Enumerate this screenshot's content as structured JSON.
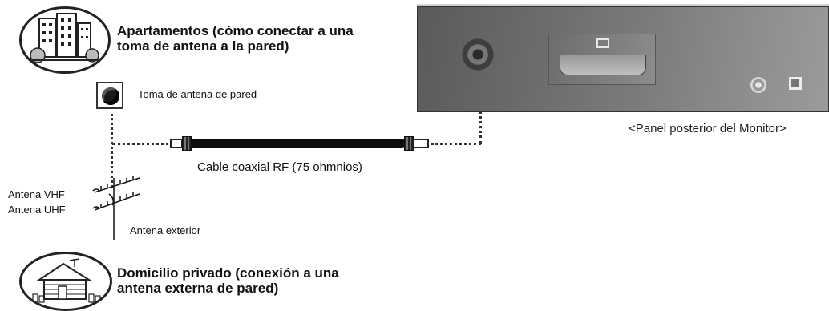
{
  "apartments_heading": "Apartamentos (cómo conectar a una toma de antena a la pared)",
  "wall_socket_label": "Toma de antena de pared",
  "cable_label": "Cable coaxial RF (75 ohmnios)",
  "antenna_vhf_label": "Antena VHF",
  "antenna_uhf_label": "Antena UHF",
  "outdoor_antenna_label": "Antena exterior",
  "house_heading": "Domicilio privado (conexión a una antena externa de pared)",
  "rear_panel_caption": "<Panel posterior del Monitor>"
}
